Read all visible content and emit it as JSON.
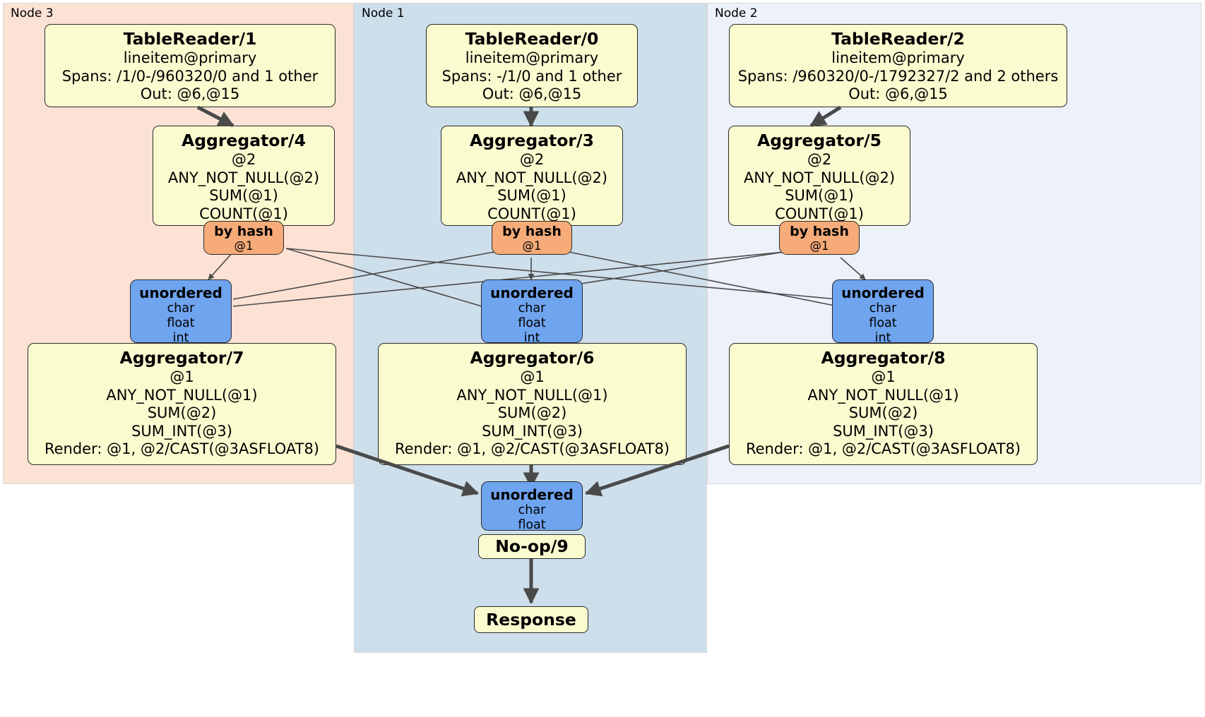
{
  "diagram": {
    "title": "DistSQL distributed query plan",
    "type": "flow-diagram",
    "colors": {
      "processor_fill": "#fbfbd0",
      "router_fill": "#f6ab79",
      "synchronizer_fill": "#6fa4ef",
      "node3_panel": "#fce2d4",
      "node1_panel": "#cddfeb",
      "node2_panel": "#ecf1fa",
      "edge": "#4a4a4a",
      "border": "#2b2b2b"
    }
  },
  "panels": [
    {
      "id": "node3",
      "label": "Node 3"
    },
    {
      "id": "node1",
      "label": "Node 1"
    },
    {
      "id": "node2",
      "label": "Node 2"
    }
  ],
  "processors": {
    "table_reader_1": {
      "title": "TableReader/1",
      "lines": [
        "lineitem@primary",
        "Spans: /1/0-/960320/0 and 1 other",
        "Out: @6,@15"
      ]
    },
    "table_reader_0": {
      "title": "TableReader/0",
      "lines": [
        "lineitem@primary",
        "Spans: -/1/0 and 1 other",
        "Out: @6,@15"
      ]
    },
    "table_reader_2": {
      "title": "TableReader/2",
      "lines": [
        "lineitem@primary",
        "Spans: /960320/0-/1792327/2 and 2 others",
        "Out: @6,@15"
      ]
    },
    "aggregator_4": {
      "title": "Aggregator/4",
      "lines": [
        "@2",
        "ANY_NOT_NULL(@2)",
        "SUM(@1)",
        "COUNT(@1)"
      ]
    },
    "aggregator_3": {
      "title": "Aggregator/3",
      "lines": [
        "@2",
        "ANY_NOT_NULL(@2)",
        "SUM(@1)",
        "COUNT(@1)"
      ]
    },
    "aggregator_5": {
      "title": "Aggregator/5",
      "lines": [
        "@2",
        "ANY_NOT_NULL(@2)",
        "SUM(@1)",
        "COUNT(@1)"
      ]
    },
    "aggregator_7": {
      "title": "Aggregator/7",
      "lines": [
        "@1",
        "ANY_NOT_NULL(@1)",
        "SUM(@2)",
        "SUM_INT(@3)",
        "Render: @1, @2/CAST(@3ASFLOAT8)"
      ]
    },
    "aggregator_6": {
      "title": "Aggregator/6",
      "lines": [
        "@1",
        "ANY_NOT_NULL(@1)",
        "SUM(@2)",
        "SUM_INT(@3)",
        "Render: @1, @2/CAST(@3ASFLOAT8)"
      ]
    },
    "aggregator_8": {
      "title": "Aggregator/8",
      "lines": [
        "@1",
        "ANY_NOT_NULL(@1)",
        "SUM(@2)",
        "SUM_INT(@3)",
        "Render: @1, @2/CAST(@3ASFLOAT8)"
      ]
    },
    "noop_9": {
      "title": "No-op/9"
    },
    "response": {
      "title": "Response"
    }
  },
  "routers": {
    "by_hash_4": {
      "title": "by hash",
      "line": "@1"
    },
    "by_hash_3": {
      "title": "by hash",
      "line": "@1"
    },
    "by_hash_5": {
      "title": "by hash",
      "line": "@1"
    }
  },
  "synchronizers": {
    "unordered_left": {
      "title": "unordered",
      "lines": [
        "char",
        "float",
        "int"
      ]
    },
    "unordered_center": {
      "title": "unordered",
      "lines": [
        "char",
        "float",
        "int"
      ]
    },
    "unordered_right": {
      "title": "unordered",
      "lines": [
        "char",
        "float",
        "int"
      ]
    },
    "unordered_final": {
      "title": "unordered",
      "lines": [
        "char",
        "float"
      ]
    }
  }
}
